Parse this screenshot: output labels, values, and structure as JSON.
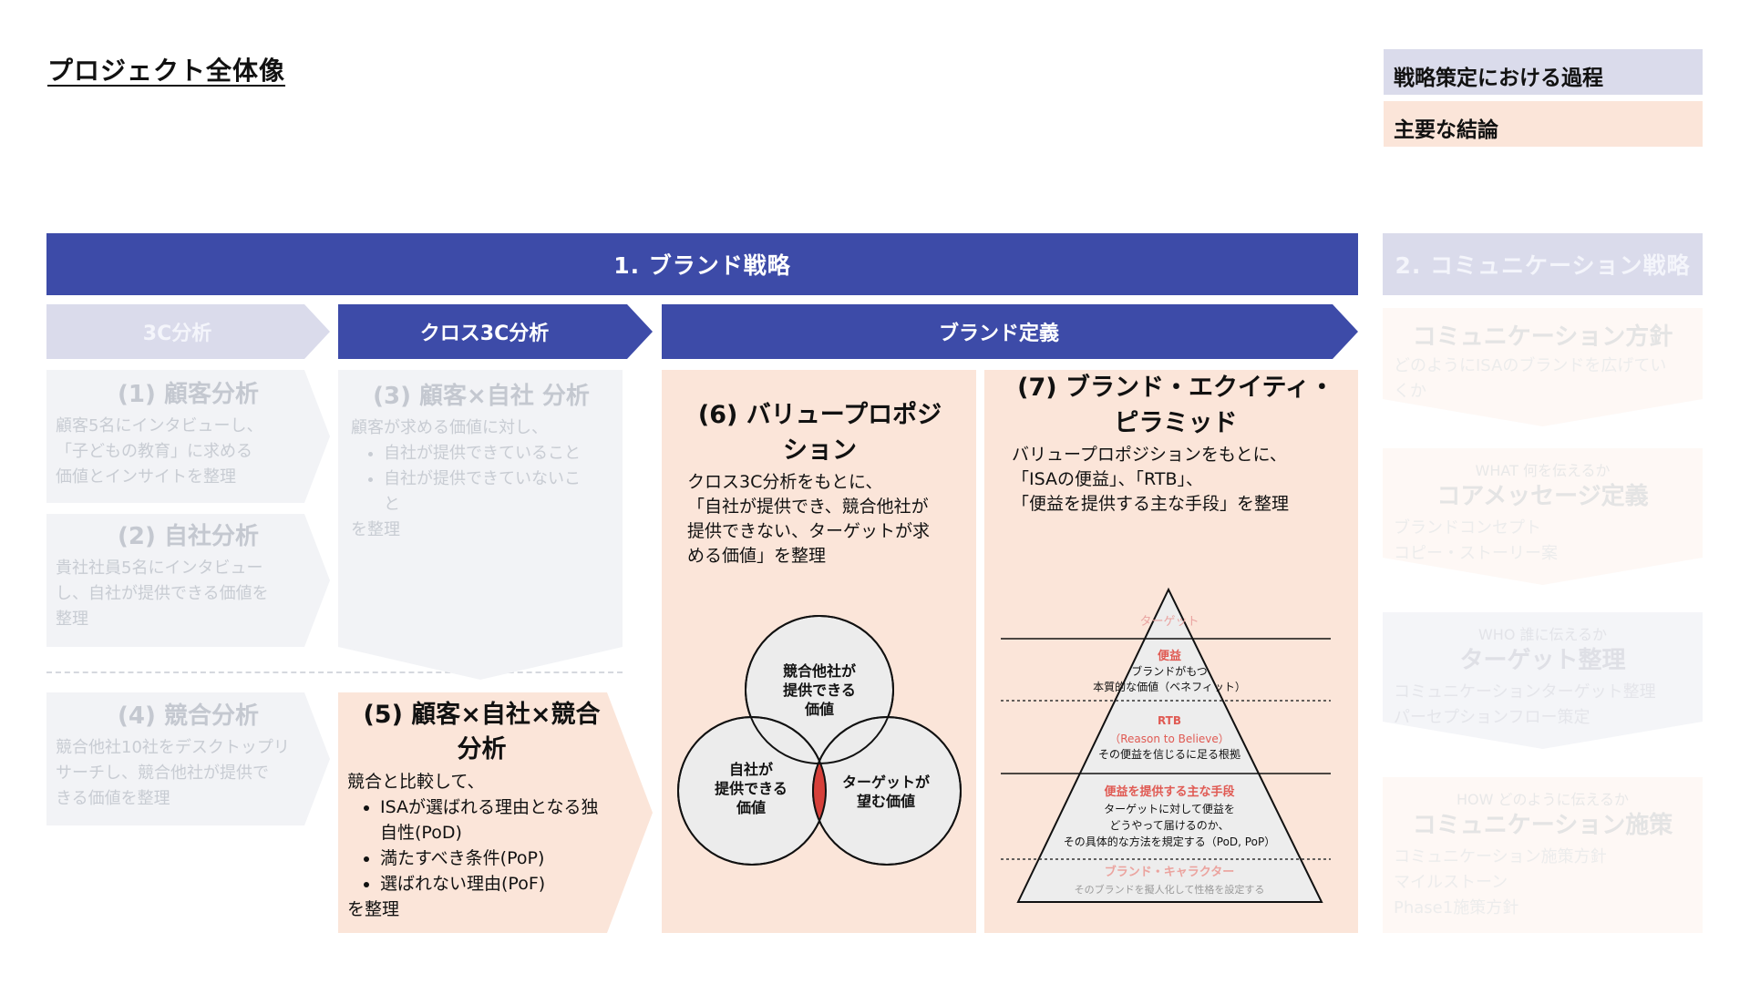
{
  "header": {
    "title": "プロジェクト全体像"
  },
  "legend": {
    "process": "戦略策定における過程",
    "conclusion": "主要な結論"
  },
  "colors": {
    "navy": "#3d4ba8",
    "lavender": "#dadbeb",
    "peach": "#fbe5d9",
    "faded_gray": "#f2f3f6",
    "venn_red": "#d6403a",
    "pyramid_red": "#e05a53"
  },
  "brand_band": {
    "label": "1. ブランド戦略"
  },
  "comm_band": {
    "label": "2. コミュニケーション戦略"
  },
  "steps": {
    "c3": "3C分析",
    "cross": "クロス3C分析",
    "brand_def": "ブランド定義"
  },
  "cards": {
    "customer": {
      "title": "(1) 顧客分析",
      "lines": [
        "顧客5名にインタビューし、",
        "「子どもの教育」に求める",
        "価値とインサイトを整理"
      ]
    },
    "company": {
      "title": "(2) 自社分析",
      "lines": [
        "貴社社員5名にインタビュー",
        "し、自社が提供できる価値を",
        "整理"
      ]
    },
    "competitor": {
      "title": "(4) 競合分析",
      "lines": [
        "競合他社10社をデスクトップリ",
        "サーチし、競合他社が提供で",
        "きる価値を整理"
      ]
    },
    "cross_cc": {
      "title": "(3) 顧客×自社 分析",
      "intro": "顧客が求める価値に対し、",
      "bullets": [
        "自社が提供できていること",
        "自社が提供できていないこ"
      ],
      "bullet_cont": "と",
      "outro": "を整理"
    },
    "cross_ccc": {
      "title_line1": "(5) 顧客×自社×競合",
      "title_line2": "分析",
      "intro": "競合と比較して、",
      "bullets": [
        "ISAが選ばれる理由となる独",
        "満たすべき条件(PoP)",
        "選ばれない理由(PoF)"
      ],
      "bullet1_cont": "自性(PoD)",
      "outro": "を整理"
    },
    "value_prop": {
      "title_line1": "(6) バリュープロポジ",
      "title_line2": "ション",
      "lines": [
        "クロス3C分析をもとに、",
        "「自社が提供でき、競合他社が",
        "提供できない、ターゲットが求",
        "める価値」を整理"
      ]
    },
    "equity": {
      "title_line1": "(7) ブランド・エクイティ・",
      "title_line2": "ピラミッド",
      "lines": [
        "バリュープロポジションをもとに、",
        "「ISAの便益」、「RTB」、",
        "「便益を提供する主な手段」を整理"
      ]
    }
  },
  "venn": {
    "top": [
      "競合他社が",
      "提供できる",
      "価値"
    ],
    "left": [
      "自社が",
      "提供できる",
      "価値"
    ],
    "right": [
      "ターゲットが",
      "望む価値"
    ]
  },
  "pyramid": {
    "target": "ターゲット",
    "benefit_title": "便益",
    "benefit_lines": [
      "ブランドがもつ",
      "本質的な価値（ベネフィット）"
    ],
    "rtb_title": "RTB",
    "rtb_sub": "（Reason to Believe）",
    "rtb_line": "その便益を信じるに足る根拠",
    "means_title": "便益を提供する主な手段",
    "means_lines": [
      "ターゲットに対して便益を",
      "どうやって届けるのか、",
      "その具体的な方法を規定する（PoD, PoP）"
    ],
    "character_title": "ブランド・キャラクター",
    "character_line": "そのブランドを擬人化して性格を設定する"
  },
  "comm": {
    "policy": {
      "title": "コミュニケーション方針",
      "lines": [
        "どのようにISAのブランドを広げてい",
        "くか"
      ]
    },
    "core": {
      "label": "WHAT 何を伝えるか",
      "title": "コアメッセージ定義",
      "lines": [
        "ブランドコンセプト",
        "コピー・ストーリー案"
      ]
    },
    "target": {
      "label": "WHO 誰に伝えるか",
      "title": "ターゲット整理",
      "lines": [
        "コミュニケーションターゲット整理",
        "パーセプションフロー策定"
      ]
    },
    "measures": {
      "label": "HOW どのように伝えるか",
      "title": "コミュニケーション施策",
      "lines": [
        "コミュニケーション施策方針",
        "マイルストーン",
        "Phase1施策方針"
      ]
    }
  }
}
